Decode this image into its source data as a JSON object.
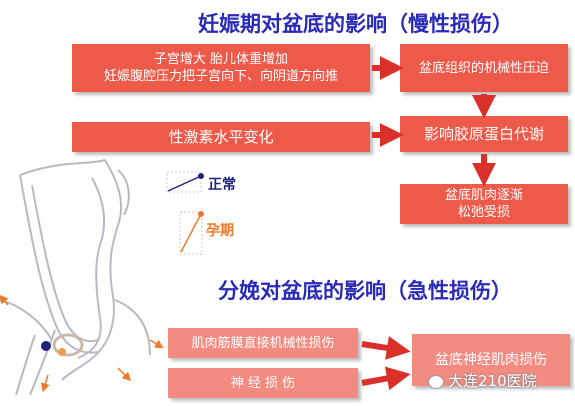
{
  "titles": {
    "pregnancy": "妊娠期对盆底的影响（慢性损伤）",
    "delivery": "分娩对盆底的影响（急性损伤）"
  },
  "pregnancy": {
    "cause1_line1": "子宫增大  胎儿体重增加",
    "cause1_line2": "妊娠腹腔压力把子宫向下、向阴道方向推",
    "effect1": "盆底组织的机械性压迫",
    "cause2": "性激素水平变化",
    "effect2": "影响胶原蛋白代谢",
    "result_line1": "盆底肌肉逐渐",
    "result_line2": "松弛受损"
  },
  "delivery": {
    "cause1": "肌肉筋膜直接机械性损伤",
    "cause2": "神  经  损  伤",
    "result": "盆底神经肌肉损伤"
  },
  "diagram": {
    "normal_label": "正常",
    "pregnant_label": "孕期"
  },
  "watermark": "大连210医院",
  "colors": {
    "title": "#2a2ab8",
    "box": "#ee5a4a",
    "arrow": "#d9302a",
    "pregnant_label": "#f07a2a"
  }
}
